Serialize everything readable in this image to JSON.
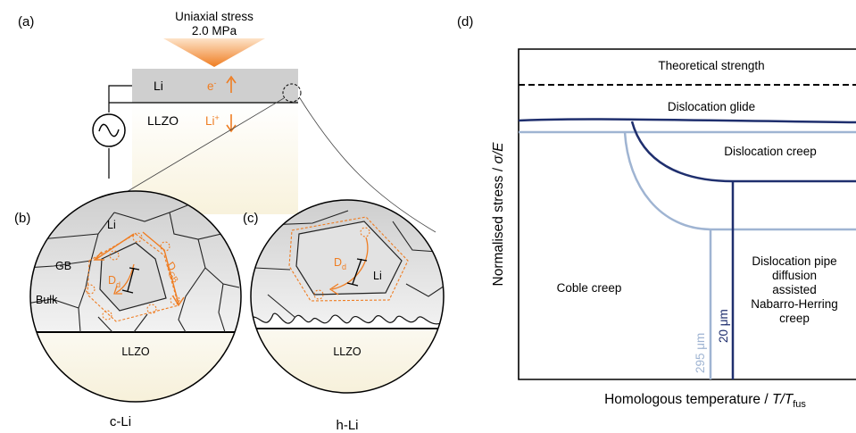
{
  "panels": {
    "a": "(a)",
    "b": "(b)",
    "c": "(c)",
    "d": "(d)"
  },
  "panel_a": {
    "stress_line1": "Uniaxial stress",
    "stress_line2": "2.0 MPa",
    "li_layer": "Li",
    "llzo_layer": "LLZO",
    "electron": "e",
    "electron_sup": "-",
    "li_ion": "Li",
    "li_ion_sup": "+"
  },
  "panel_b": {
    "li": "Li",
    "gb": "GB",
    "bulk": "Bulk",
    "dd": "D",
    "dd_sub": "d",
    "dgb": "D",
    "dgb_sub": "GB",
    "llzo": "LLZO",
    "caption": "c-Li"
  },
  "panel_c": {
    "dd": "D",
    "dd_sub": "d",
    "li": "Li",
    "llzo": "LLZO",
    "caption": "h-Li"
  },
  "panel_d": {
    "y_label_main": "Normalised stress / ",
    "y_label_var": "σ/E",
    "x_label_main": "Homologous temperature / ",
    "x_label_var": "T/T",
    "x_label_sub": "fus",
    "regions": {
      "theoretical": "Theoretical strength",
      "glide": "Dislocation glide",
      "creep": "Dislocation creep",
      "coble": "Coble creep",
      "pipe": [
        "Dislocation pipe",
        "diffusion",
        "assisted",
        "Nabarro-Herring",
        "creep"
      ]
    },
    "grain_sizes": [
      "295 μm",
      "20 μm"
    ]
  },
  "colors": {
    "orange": "#ef7d22",
    "dark_blue": "#1f2f6e",
    "light_blue": "#9fb4d2",
    "grey_layer": "#cfcfcf"
  }
}
